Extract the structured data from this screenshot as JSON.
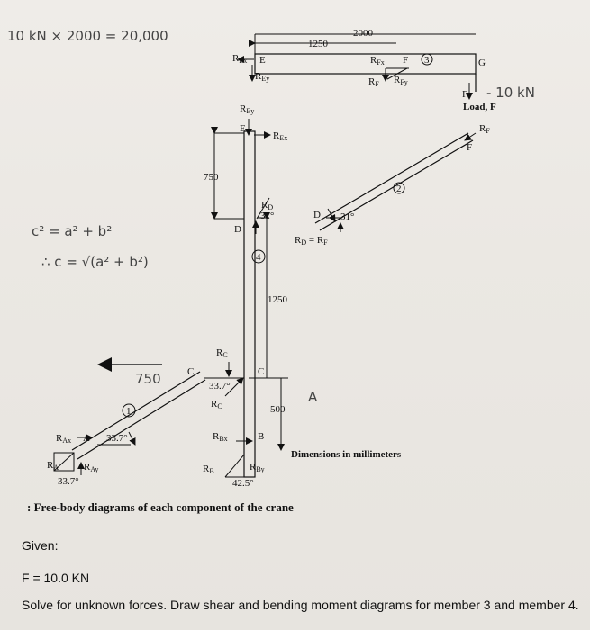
{
  "handwritten": {
    "calc_top": "10 kN × 2000 = 20,000",
    "pythag_1": "c² = a² + b²",
    "pythag_2": "∴ c = √(a² + b²)",
    "minus_10kn": "- 10 kN",
    "num_750": "750",
    "letter_a": "A"
  },
  "diagram": {
    "dims": {
      "d2000": "2000",
      "d1250_top": "1250",
      "d750": "750",
      "d1250_mid": "1250",
      "d500": "500"
    },
    "labels": {
      "REx_top": "R",
      "REx_top_sub": "Ex",
      "E_top": "E",
      "REy_top": "R",
      "REy_top_sub": "Ey",
      "RFx": "R",
      "RFx_sub": "Fx",
      "F_top": "F",
      "circle3": "3",
      "G": "G",
      "RF_bottom": "R",
      "RF_bottom_sub": "F",
      "RFy": "R",
      "RFy_sub": "Fy",
      "F_load": "F",
      "load_F": "Load, F",
      "REy_col": "R",
      "REy_col_sub": "Ey",
      "E_col": "E",
      "REx_col": "R",
      "REx_col_sub": "Ex",
      "RF_right": "R",
      "RF_right_sub": "F",
      "F_right": "F",
      "circle2": "2",
      "RD": "R",
      "RD_sub": "D",
      "ang31a": "31°",
      "D_left": "D",
      "D_right": "D",
      "ang31b": "31°",
      "RD_eq": "R",
      "RD_eq_sub": "D",
      "RD_eq_mid": " = R",
      "RD_eq_sub2": "F",
      "circle4": "4",
      "RC_top": "R",
      "RC_top_sub": "C",
      "C_left": "C",
      "C_right": "C",
      "ang337": "33.7°",
      "RC_bot": "R",
      "RC_bot_sub": "C",
      "circle1": "1",
      "RAx": "R",
      "RAx_sub": "Ax",
      "A_lbl": "A",
      "ang337b": "33.7°",
      "RA": "R",
      "RA_sub": "A",
      "RAy": "R",
      "RAy_sub": "Ay",
      "ang337c": "33.7°",
      "RBx": "R",
      "RBx_sub": "Bx",
      "B_lbl": "B",
      "RB": "R",
      "RB_sub": "B",
      "RBy": "R",
      "RBy_sub": "By",
      "ang425": "42.5°",
      "dims_mm": "Dimensions in millimeters"
    }
  },
  "caption": ": Free-body diagrams of each component of the crane",
  "given": {
    "heading": "Given:",
    "force": "F = 10.0 KN",
    "task": "Solve for unknown forces. Draw shear and bending moment diagrams for member 3 and member 4."
  }
}
